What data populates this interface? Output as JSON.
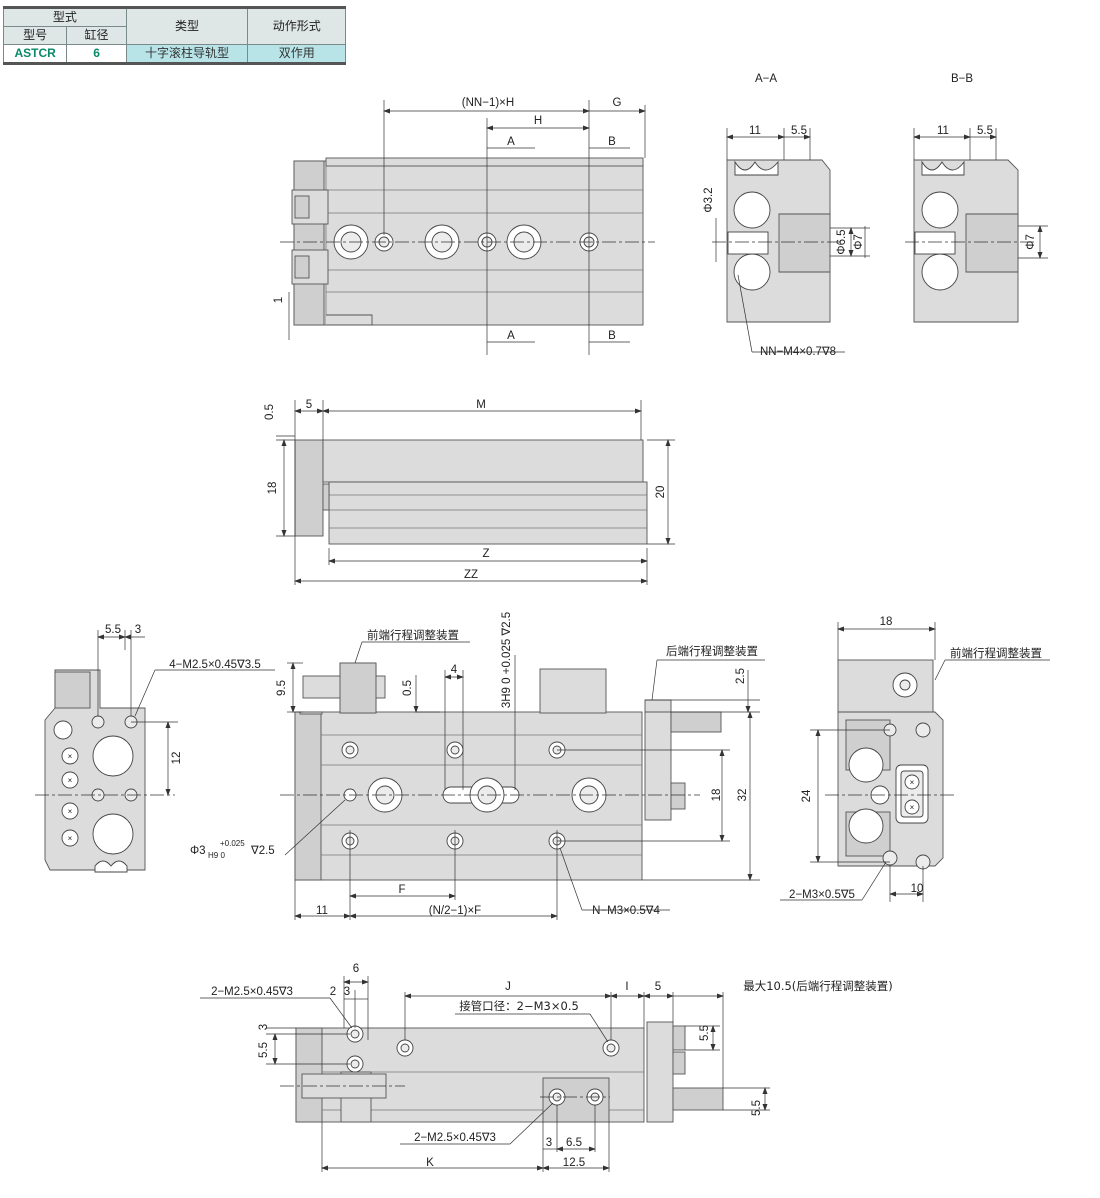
{
  "spec_table": {
    "model_form": "型式",
    "model_no": "型号",
    "bore": "缸径",
    "type": "类型",
    "action": "动作形式",
    "model_no_value": "ASTCR",
    "bore_value": "6",
    "type_value": "十字滚柱导轨型",
    "action_value": "双作用"
  },
  "top_view": {
    "dim_pitch_total": "(NN−1)×H",
    "dim_g": "G",
    "dim_h": "H",
    "section_a": "A",
    "section_b": "B",
    "dim_1": "1"
  },
  "section_aa": {
    "title": "A−A",
    "dim_11": "11",
    "dim_5_5": "5.5",
    "dia_3_2": "Φ3.2",
    "dia_6_5": "Φ6.5",
    "dia_7": "Φ7",
    "thread_note": "NN−M4×0.7∇8"
  },
  "section_bb": {
    "title": "B−B",
    "dim_11": "11",
    "dim_5_5": "5.5",
    "dia_7": "Φ7"
  },
  "side_view": {
    "dim_0_5": "0.5",
    "dim_5": "5",
    "dim_m": "M",
    "dim_18": "18",
    "dim_20": "20",
    "dim_z": "Z",
    "dim_zz": "ZZ"
  },
  "left_end_view": {
    "dim_5_5": "5.5",
    "dim_3": "3",
    "thread_note": "4−M2.5×0.45∇3.5",
    "dim_12": "12"
  },
  "main_view": {
    "front_stroke_adjuster": "前端行程调整装置",
    "rear_stroke_adjuster": "后端行程调整装置",
    "dim_4": "4",
    "dim_9_5": "9.5",
    "dim_0_5": "0.5",
    "pin_hole_top": "3H9 0 +0.025 ∇2.5",
    "dim_2_5": "2.5",
    "dim_18": "18",
    "dim_32": "32",
    "pin_hole_left": "Φ3",
    "pin_hole_left_tol": "H9 0",
    "pin_hole_left_tol_up": "+0.025",
    "pin_hole_left_depth": "∇2.5",
    "dim_f": "F",
    "dim_11": "11",
    "dim_n2f": "(N/2−1)×F",
    "thread_note": "N−M3×0.5∇4"
  },
  "right_end_view": {
    "dim_18": "18",
    "front_stroke_adjuster": "前端行程调整装置",
    "dim_24": "24",
    "thread_note": "2−M3×0.5∇5",
    "dim_10": "10"
  },
  "bottom_view": {
    "dim_6": "6",
    "dim_2": "2",
    "dim_3": "3",
    "thread_note_top": "2−M2.5×0.45∇3",
    "dim_j": "J",
    "dim_i": "I",
    "dim_5": "5",
    "max_note": "最大10.5(后端行程调整装置)",
    "port_note": "接管口径：2−M3×0.5",
    "dim_3v": "3",
    "dim_5_5": "5.5",
    "dim_5_5r": "5.5",
    "dim_5_5r2": "5.5",
    "thread_note_bottom": "2−M2.5×0.45∇3",
    "dim_3b": "3",
    "dim_6_5": "6.5",
    "dim_k": "K",
    "dim_12_5": "12.5"
  }
}
